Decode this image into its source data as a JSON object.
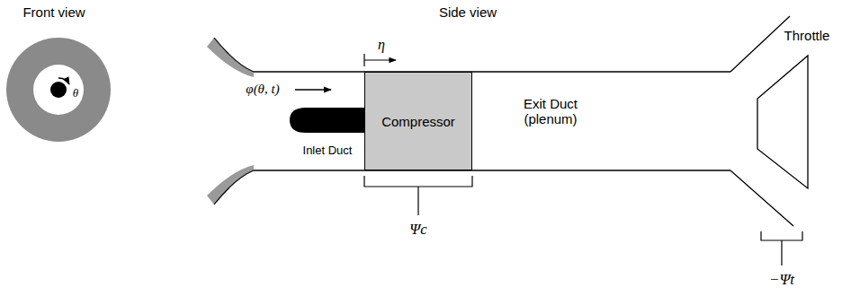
{
  "diagram": {
    "nodes": [
      {
        "text": [
          "Compressor"
        ]
      }
    ],
    "labels": [
      "Front view",
      "Side view",
      "θ",
      "φ(θ, t)",
      "η",
      "Inlet Duct",
      "Exit Duct (plenum)",
      "Throttle",
      "Ψc",
      "−Ψt"
    ]
  }
}
